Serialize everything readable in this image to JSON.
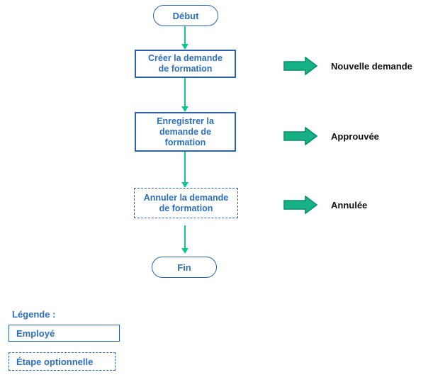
{
  "colors": {
    "node_border_blue": "#2b63a6",
    "node_text_blue": "#2c6fba",
    "connector_teal": "#0fc492",
    "block_arrow_fill": "#16b286",
    "block_arrow_border": "#0a8a66",
    "annotation_text": "#111111"
  },
  "flowchart": {
    "start_label": "Début",
    "end_label": "Fin",
    "steps": [
      {
        "label": "Créer la demande\nde formation",
        "style": "solid"
      },
      {
        "label": "Enregistrer la\ndemande de\nformation",
        "style": "solid"
      },
      {
        "label": "Annuler la demande\nde formation",
        "style": "dashed"
      }
    ]
  },
  "annotations": [
    {
      "icon": "block-arrow-right-icon",
      "label": "Nouvelle demande"
    },
    {
      "icon": "block-arrow-right-icon",
      "label": "Approuvée"
    },
    {
      "icon": "block-arrow-right-icon",
      "label": "Annulée"
    }
  ],
  "legend": {
    "title": "Légende :",
    "items": [
      {
        "label": "Employé",
        "style": "solid"
      },
      {
        "label": "Étape optionnelle",
        "style": "dashed"
      }
    ]
  }
}
